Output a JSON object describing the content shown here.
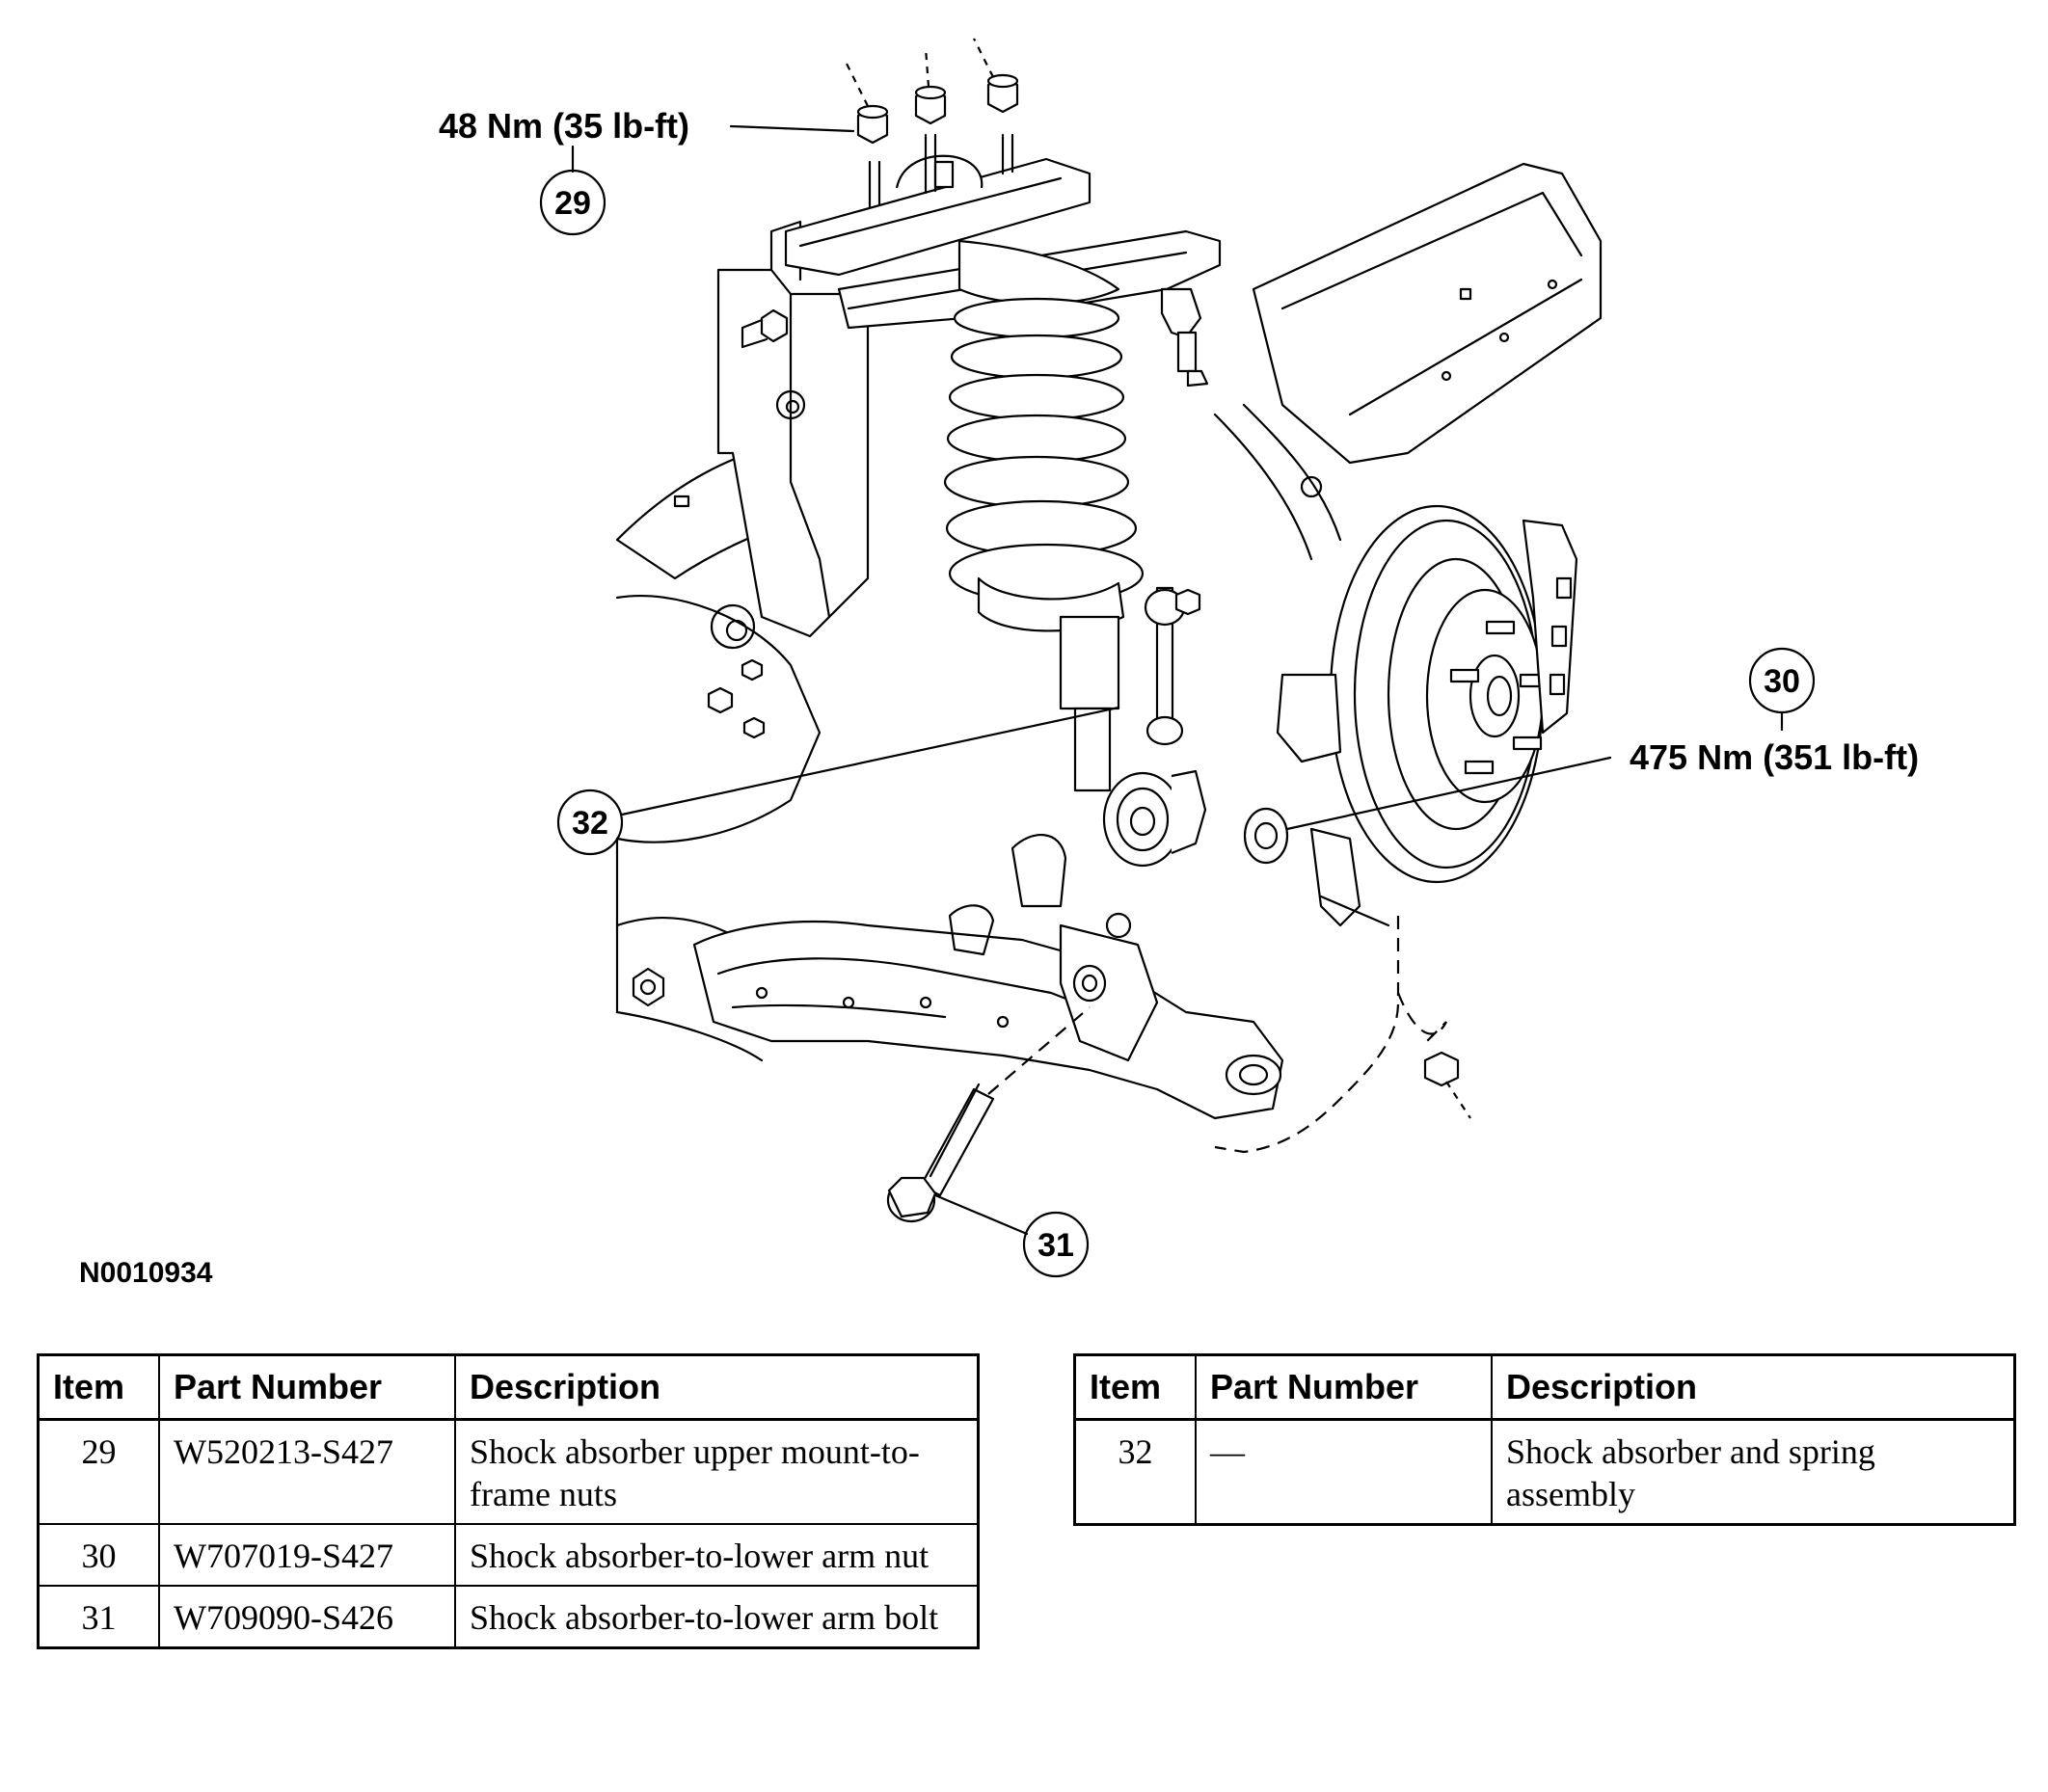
{
  "figure": {
    "id": "N0010934",
    "callouts": [
      {
        "item": "29",
        "torque": "48 Nm (35 lb-ft)"
      },
      {
        "item": "30",
        "torque": "475 Nm (351 lb-ft)"
      },
      {
        "item": "31"
      },
      {
        "item": "32"
      }
    ]
  },
  "tables": [
    {
      "headers": [
        "Item",
        "Part Number",
        "Description"
      ],
      "rows": [
        [
          "29",
          "W520213-S427",
          "Shock absorber upper mount-to-frame nuts"
        ],
        [
          "30",
          "W707019-S427",
          "Shock absorber-to-lower arm nut"
        ],
        [
          "31",
          "W709090-S426",
          "Shock absorber-to-lower arm bolt"
        ]
      ]
    },
    {
      "headers": [
        "Item",
        "Part Number",
        "Description"
      ],
      "rows": [
        [
          "32",
          "—",
          "Shock absorber and spring assembly"
        ]
      ]
    }
  ]
}
